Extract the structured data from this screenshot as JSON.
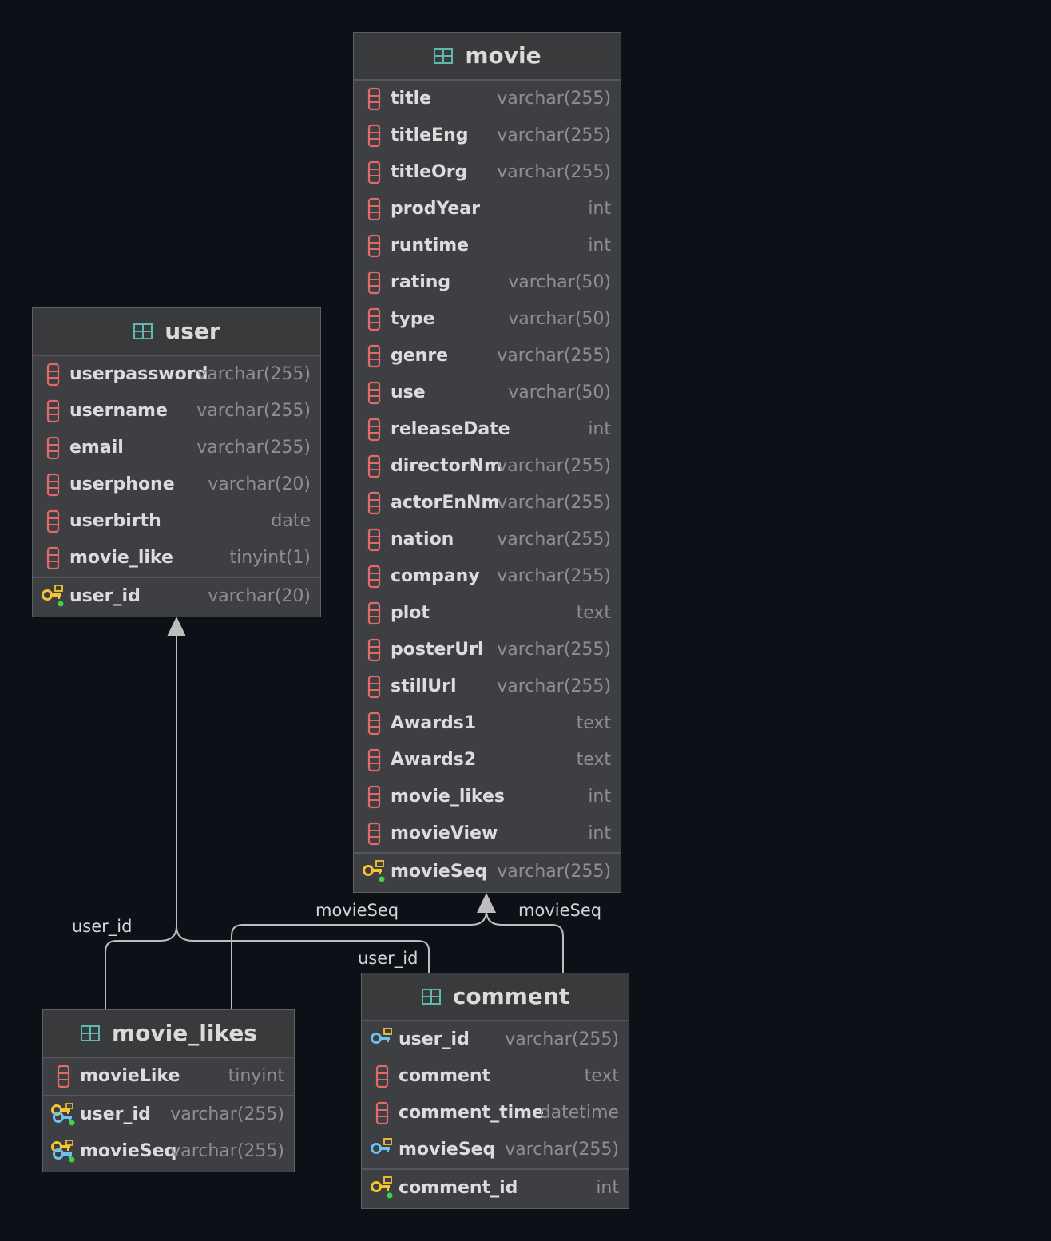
{
  "diagram": {
    "tables": {
      "movie": {
        "name": "movie",
        "columns": [
          {
            "name": "title",
            "type": "varchar(255)"
          },
          {
            "name": "titleEng",
            "type": "varchar(255)"
          },
          {
            "name": "titleOrg",
            "type": "varchar(255)"
          },
          {
            "name": "prodYear",
            "type": "int"
          },
          {
            "name": "runtime",
            "type": "int"
          },
          {
            "name": "rating",
            "type": "varchar(50)"
          },
          {
            "name": "type",
            "type": "varchar(50)"
          },
          {
            "name": "genre",
            "type": "varchar(255)"
          },
          {
            "name": "use",
            "type": "varchar(50)"
          },
          {
            "name": "releaseDate",
            "type": "int"
          },
          {
            "name": "directorNm",
            "type": "varchar(255)"
          },
          {
            "name": "actorEnNm",
            "type": "varchar(255)"
          },
          {
            "name": "nation",
            "type": "varchar(255)"
          },
          {
            "name": "company",
            "type": "varchar(255)"
          },
          {
            "name": "plot",
            "type": "text"
          },
          {
            "name": "posterUrl",
            "type": "varchar(255)"
          },
          {
            "name": "stillUrl",
            "type": "varchar(255)"
          },
          {
            "name": "Awards1",
            "type": "text"
          },
          {
            "name": "Awards2",
            "type": "text"
          },
          {
            "name": "movie_likes",
            "type": "int"
          },
          {
            "name": "movieView",
            "type": "int"
          }
        ],
        "keys": [
          {
            "name": "movieSeq",
            "type": "varchar(255)",
            "kind": "primary-key"
          }
        ]
      },
      "user": {
        "name": "user",
        "columns": [
          {
            "name": "userpassword",
            "type": "varchar(255)"
          },
          {
            "name": "username",
            "type": "varchar(255)"
          },
          {
            "name": "email",
            "type": "varchar(255)"
          },
          {
            "name": "userphone",
            "type": "varchar(20)"
          },
          {
            "name": "userbirth",
            "type": "date"
          },
          {
            "name": "movie_like",
            "type": "tinyint(1)"
          }
        ],
        "keys": [
          {
            "name": "user_id",
            "type": "varchar(20)",
            "kind": "primary-key"
          }
        ]
      },
      "movie_likes": {
        "name": "movie_likes",
        "columns": [
          {
            "name": "movieLike",
            "type": "tinyint"
          }
        ],
        "keys": [
          {
            "name": "user_id",
            "type": "varchar(255)",
            "kind": "primary-foreign-key"
          },
          {
            "name": "movieSeq",
            "type": "varchar(255)",
            "kind": "primary-foreign-key"
          }
        ]
      },
      "comment": {
        "name": "comment",
        "columns": [
          {
            "name": "user_id",
            "type": "varchar(255)",
            "kind": "foreign-key"
          },
          {
            "name": "comment",
            "type": "text"
          },
          {
            "name": "comment_time",
            "type": "datetime"
          },
          {
            "name": "movieSeq",
            "type": "varchar(255)",
            "kind": "foreign-key"
          }
        ],
        "keys": [
          {
            "name": "comment_id",
            "type": "int",
            "kind": "primary-key"
          }
        ]
      }
    },
    "relations": {
      "likes_user": "user_id",
      "likes_movie": "movieSeq",
      "comment_user": "user_id",
      "comment_movie": "movieSeq"
    },
    "icons": {
      "table": "table-grid-icon",
      "column": "column-icon",
      "primary_key": "primary-key-icon",
      "foreign_key": "foreign-key-icon",
      "primary_foreign_key": "primary-foreign-key-icon"
    },
    "colors": {
      "background": "#0d1017",
      "table_body": "#3d3f43",
      "table_grid_icon": "#5fb8ad",
      "column_icon": "#e46a6a",
      "primary_key_icon": "#f4c531",
      "foreign_key_icon": "#6cc1f0",
      "edge": "#bdbdbd"
    }
  }
}
